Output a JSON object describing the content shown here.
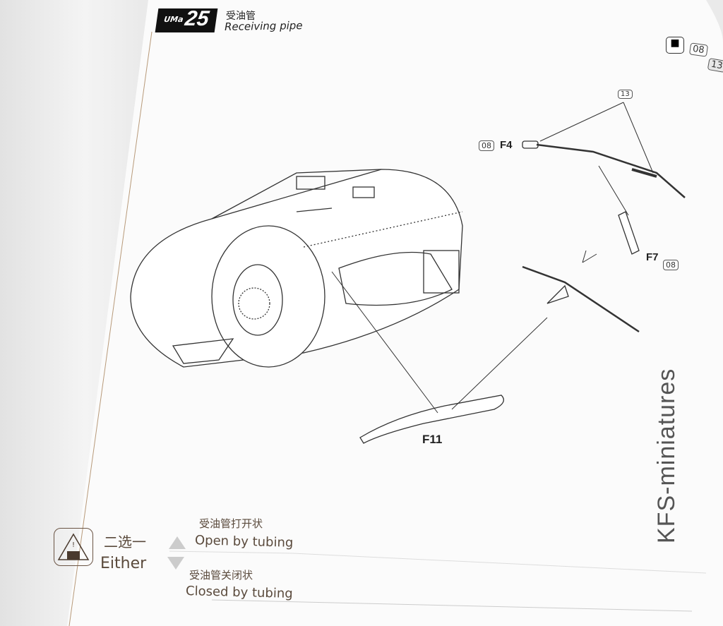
{
  "step": {
    "brand": "UMa",
    "number": "25",
    "title_cn": "受油管",
    "title_en": "Receiving pipe"
  },
  "corner": {
    "icon": "painting-icon",
    "badge_1": "08",
    "badge_2": "13"
  },
  "callouts": {
    "part_13": "13",
    "f4_ref": "08",
    "f4_label": "F4",
    "f7_label": "F7",
    "f7_ref": "08",
    "f11_label": "F11"
  },
  "legend": {
    "icon": "warning-triangle-icon",
    "either_cn": "二选一",
    "either_en": "Either",
    "open_cn": "受油管打开状",
    "open_en": "Open by tubing",
    "closed_cn": "受油管关闭状",
    "closed_en": "Closed by tubing"
  },
  "watermark": "KFS-miniatures"
}
